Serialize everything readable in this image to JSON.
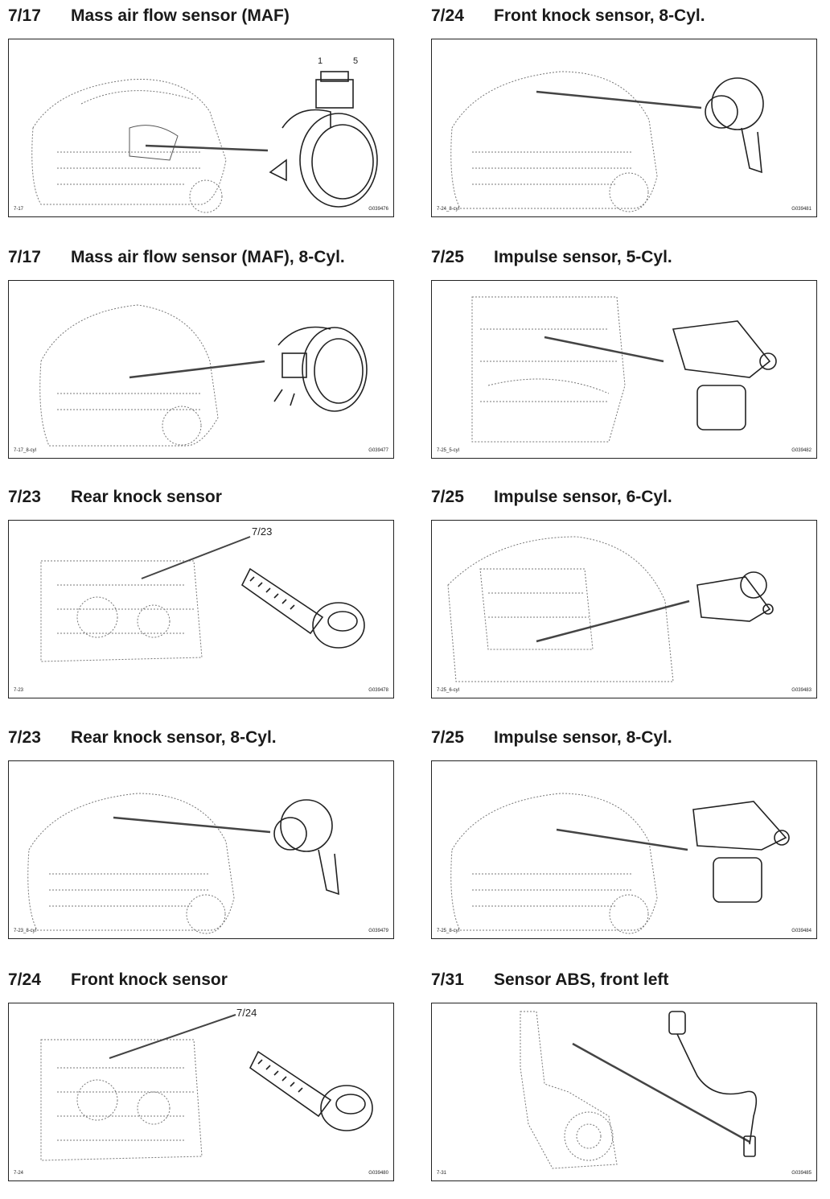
{
  "panels": [
    {
      "code": "7/17",
      "title": "Mass air flow sensor (MAF)",
      "ref_left": "7-17",
      "ref_right": "G039476",
      "pins": [
        "1",
        "5"
      ]
    },
    {
      "code": "7/24",
      "title": "Front knock sensor, 8-Cyl.",
      "ref_left": "7-24_8-cyl",
      "ref_right": "G039481"
    },
    {
      "code": "7/17",
      "title": "Mass air flow sensor (MAF), 8-Cyl.",
      "ref_left": "7-17_8-cyl",
      "ref_right": "G039477"
    },
    {
      "code": "7/25",
      "title": "Impulse sensor, 5-Cyl.",
      "ref_left": "7-25_5-cyl",
      "ref_right": "G039482"
    },
    {
      "code": "7/23",
      "title": "Rear knock sensor",
      "ref_left": "7-23",
      "ref_right": "G039478",
      "callout": "7/23"
    },
    {
      "code": "7/25",
      "title": "Impulse sensor, 6-Cyl.",
      "ref_left": "7-25_6-cyl",
      "ref_right": "G039483"
    },
    {
      "code": "7/23",
      "title": "Rear knock sensor, 8-Cyl.",
      "ref_left": "7-23_8-cyl",
      "ref_right": "G039479"
    },
    {
      "code": "7/25",
      "title": "Impulse sensor, 8-Cyl.",
      "ref_left": "7-25_8-cyl",
      "ref_right": "G039484"
    },
    {
      "code": "7/24",
      "title": "Front knock sensor",
      "ref_left": "7-24",
      "ref_right": "G039480",
      "callout": "7/24"
    },
    {
      "code": "7/31",
      "title": "Sensor ABS, front left",
      "ref_left": "7-31",
      "ref_right": "G039485"
    }
  ]
}
